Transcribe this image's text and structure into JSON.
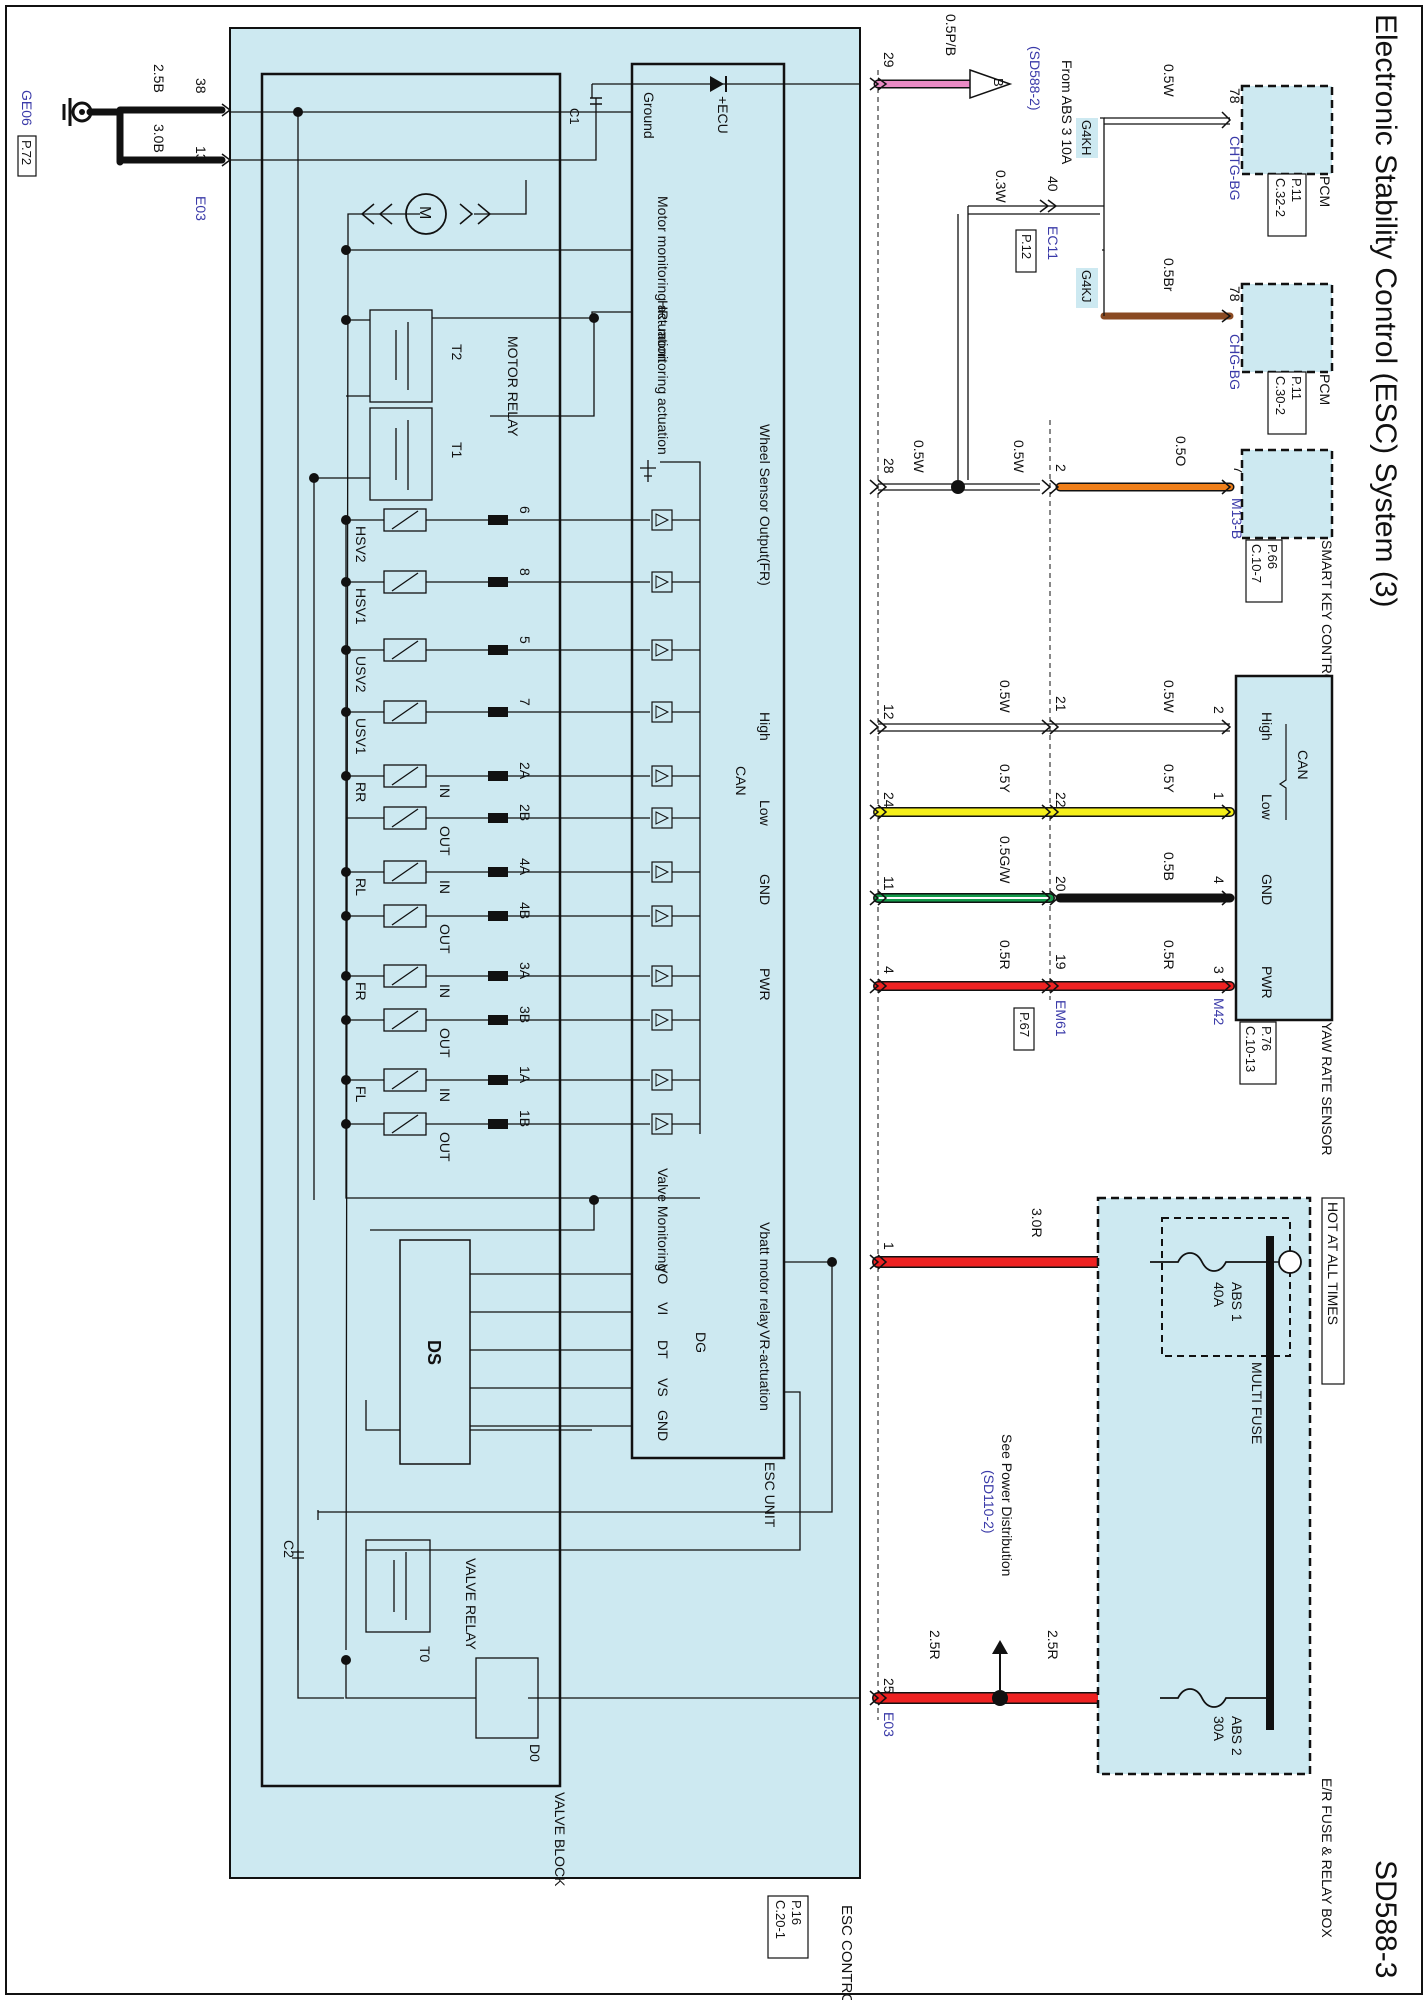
{
  "title": "Electronic Stability Control (ESC) System (3)",
  "page_id": "SD588-3",
  "hot_at_all_times": "HOT AT ALL TIMES",
  "ground": {
    "ref": "GE06",
    "page": "P.72",
    "conn": "E03",
    "pins": [
      "38",
      "13"
    ],
    "wires": [
      "2.5B",
      "3.0B"
    ]
  },
  "esc_module": {
    "name": "ESC CONTROL MODULE",
    "page": "P.16",
    "conn": "C.20-1"
  },
  "esc_unit": "ESC UNIT",
  "valve_block": "VALVE BLOCK",
  "internal": {
    "ecu": "+ECU",
    "ground": "Ground",
    "c1": "C1",
    "c2": "C2",
    "motor": "M",
    "motor_monitoring": "Motor monitoring actuation",
    "hr_monitoring": "HR- monitoring actuation",
    "motor_relay": "MOTOR RELAY",
    "t1": "T1",
    "t2": "T2",
    "t0": "T0",
    "d0": "D0",
    "valve_relay": "VALVE RELAY",
    "wheel_sensor": "Wheel Sensor Output(FR)",
    "can": "CAN",
    "can_high": "High",
    "can_low": "Low",
    "gnd": "GND",
    "pwr": "PWR",
    "valve_monitoring": "Valve Monitoring",
    "vbatt": "Vbatt motor relay",
    "vr_actuation": "VR-actuation",
    "ds": "DS",
    "dg": "DG",
    "dg_pins": [
      "VO",
      "VI",
      "DT",
      "VS",
      "GND"
    ]
  },
  "valves": [
    {
      "num": "6",
      "label": "HSV2",
      "io": ""
    },
    {
      "num": "8",
      "label": "HSV1",
      "io": ""
    },
    {
      "num": "5",
      "label": "USV2",
      "io": ""
    },
    {
      "num": "7",
      "label": "USV1",
      "io": ""
    },
    {
      "num": "2A",
      "label": "RR",
      "io": "IN"
    },
    {
      "num": "2B",
      "label": "",
      "io": "OUT"
    },
    {
      "num": "4A",
      "label": "RL",
      "io": "IN"
    },
    {
      "num": "4B",
      "label": "",
      "io": "OUT"
    },
    {
      "num": "3A",
      "label": "FR",
      "io": "IN"
    },
    {
      "num": "3B",
      "label": "",
      "io": "OUT"
    },
    {
      "num": "1A",
      "label": "FL",
      "io": "IN"
    },
    {
      "num": "1B",
      "label": "",
      "io": "OUT"
    }
  ],
  "circuits": [
    {
      "pin": "29",
      "wire": "0.5P/B",
      "from": "From ABS 3 10A",
      "ref": "(SD588-2)",
      "connector": "B"
    },
    {
      "pin": "28",
      "wire": "0.5W",
      "mid_pin": "2",
      "mid_wire": "0.5W",
      "end_pin": "7",
      "end_wire": "0.5O",
      "end_conn": "M13-B"
    },
    {
      "pin": "12",
      "wire": "0.5W",
      "mid_pin": "21",
      "end_pin": "2",
      "end_wire": "0.5W"
    },
    {
      "pin": "24",
      "wire": "0.5Y",
      "mid_pin": "22",
      "end_pin": "1",
      "end_wire": "0.5Y"
    },
    {
      "pin": "11",
      "wire": "0.5G/W",
      "mid_pin": "20",
      "end_pin": "4",
      "end_wire": "0.5B"
    },
    {
      "pin": "4",
      "wire": "0.5R",
      "mid_pin": "19",
      "end_pin": "3",
      "end_wire": "0.5R",
      "mid_conn": "EM61",
      "mid_page": "P.67",
      "end_conn": "M42"
    },
    {
      "pin": "1",
      "wire": "3.0R"
    },
    {
      "pin": "25",
      "wire": "2.5R",
      "conn": "E03",
      "end_wire": "2.5R"
    }
  ],
  "pcm_upper": {
    "name": "PCM",
    "page": "P.11",
    "conn": "C.32-2",
    "pin": "78",
    "wire": "0.5W",
    "connector": "CHTG-BG",
    "tag": "G4KH"
  },
  "pcm_lower": {
    "name": "PCM",
    "page": "P.11",
    "conn": "C.30-2",
    "pin": "78",
    "wire": "0.5Br",
    "connector": "CHG-BG",
    "tag": "G4KJ"
  },
  "ec11": {
    "conn": "EC11",
    "page": "P.12",
    "pin": "40",
    "wire": "0.3W"
  },
  "wire_05w_branch": "0.5W",
  "smart_key": {
    "name": "SMART KEY CONTROL MODULE",
    "page": "P.66",
    "conn": "C.10-7"
  },
  "yaw_sensor": {
    "name": "YAW RATE SENSOR",
    "page": "P.76",
    "conn": "C.10-13",
    "pins": [
      "High",
      "Low",
      "GND",
      "PWR"
    ],
    "can": "CAN"
  },
  "fuse_box": {
    "name": "E/R FUSE & RELAY BOX",
    "multi_fuse": "MULTI FUSE",
    "abs1": "ABS 1",
    "abs1_amp": "40A",
    "abs2": "ABS 2",
    "abs2_amp": "30A"
  },
  "power_dist": {
    "text": "See Power Distribution",
    "ref": "(SD110-2)"
  },
  "colors": {
    "module_fill": "#cde9f1",
    "pink": "#e98bc4",
    "orange": "#f07f1a",
    "yellow": "#f5ef1a",
    "green": "#139a4a",
    "red": "#ee2222",
    "brown": "#8a4a22",
    "black": "#111111",
    "blue_text": "#3a3aa8"
  }
}
